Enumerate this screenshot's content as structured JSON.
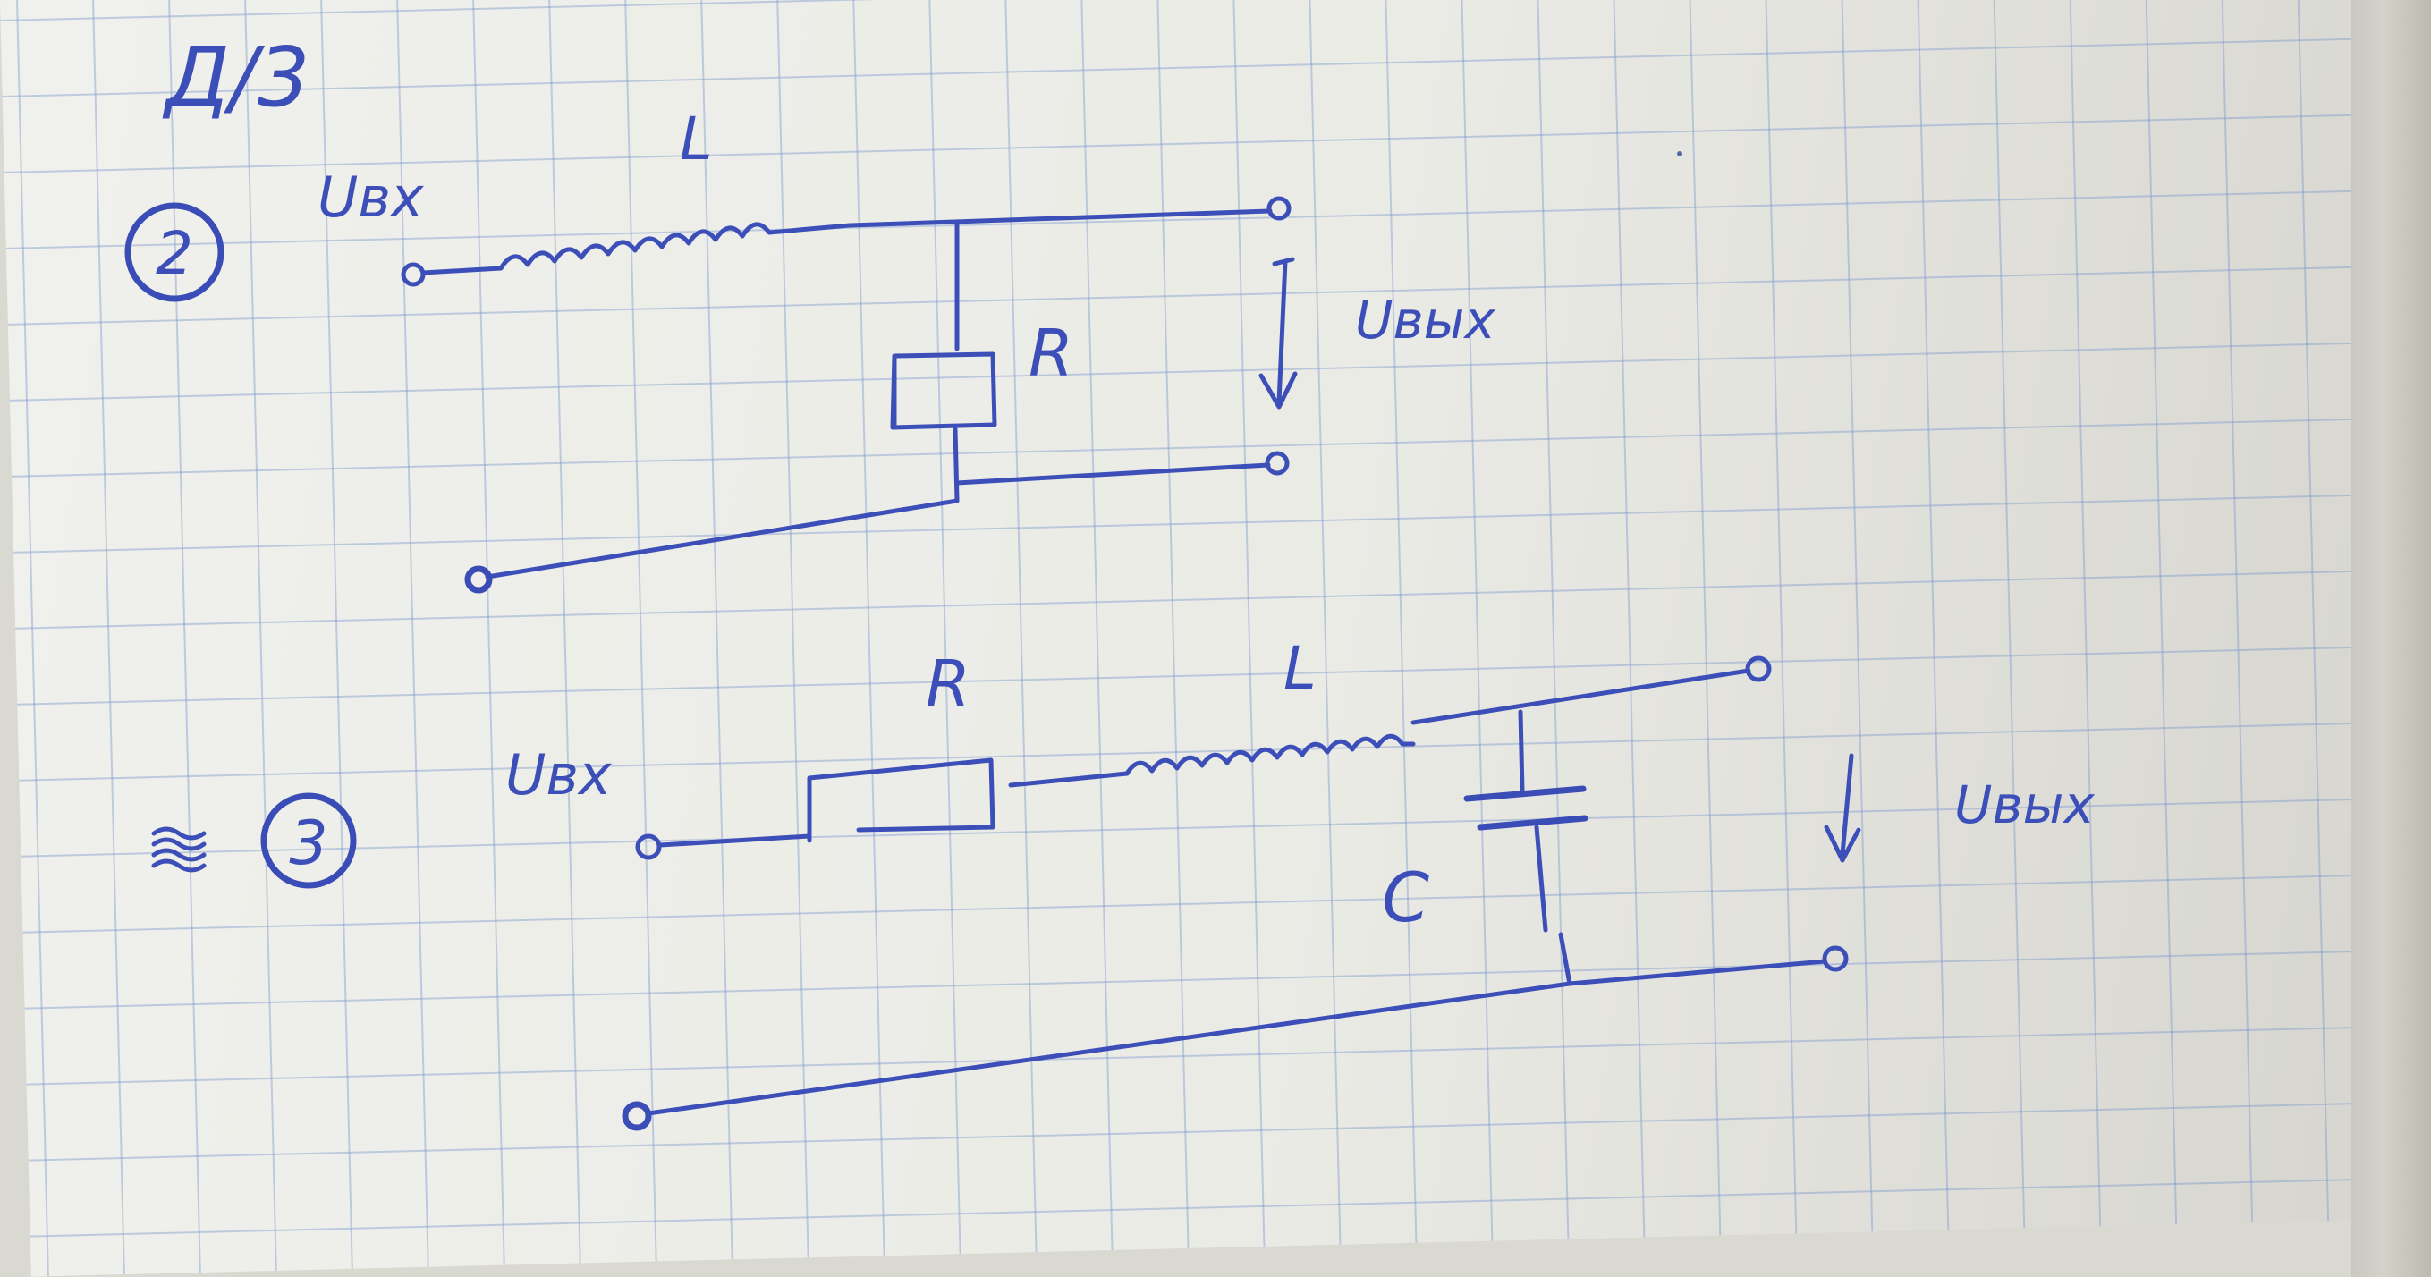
{
  "header": {
    "heading": "Д/3"
  },
  "circuit_2": {
    "number": "2",
    "input_label": "Uвх",
    "output_label": "Uвых",
    "inductor_label": "L",
    "resistor_label": "R"
  },
  "circuit_3": {
    "number": "3",
    "input_label": "Uвх",
    "output_label": "Uвых",
    "resistor_label": "R",
    "inductor_label": "L",
    "capacitor_label": "C"
  },
  "colors": {
    "ink": "#3c4fb8",
    "paper": "#ebebe6",
    "grid": "#7896cd"
  }
}
